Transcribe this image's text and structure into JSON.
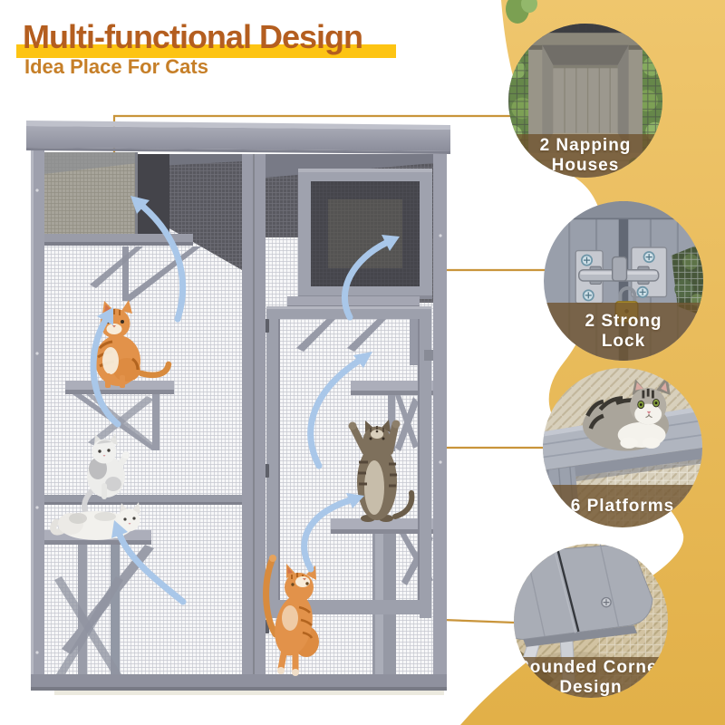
{
  "header": {
    "title": "Multi-functional Design",
    "subtitle": "Idea Place For Cats",
    "title_color": "#b45e1f",
    "subtitle_color": "#c67f28",
    "highlight_color": "#fdc413"
  },
  "background": {
    "base_color": "#ffffff",
    "accent_color": "#e7b956"
  },
  "connectors": {
    "line_color": "#c9953b"
  },
  "callouts": [
    {
      "name": "napping-houses",
      "lines": [
        "2 Napping",
        "Houses"
      ]
    },
    {
      "name": "strong-lock",
      "lines": [
        "2 Strong",
        "Lock"
      ]
    },
    {
      "name": "platforms",
      "lines": [
        "6 Platforms"
      ]
    },
    {
      "name": "rounded-corner",
      "lines": [
        "Rounded Corner",
        "Design"
      ]
    }
  ],
  "illustration": {
    "subject": "Grey wooden catio enclosure with wire mesh panels, flat roof, front door, two napping houses, multiple platforms, five cats and blue guide arrows",
    "frame_color": "#9b9daa",
    "mesh_dark_color": "#515158",
    "arrow_color": "#a9c7e9"
  }
}
